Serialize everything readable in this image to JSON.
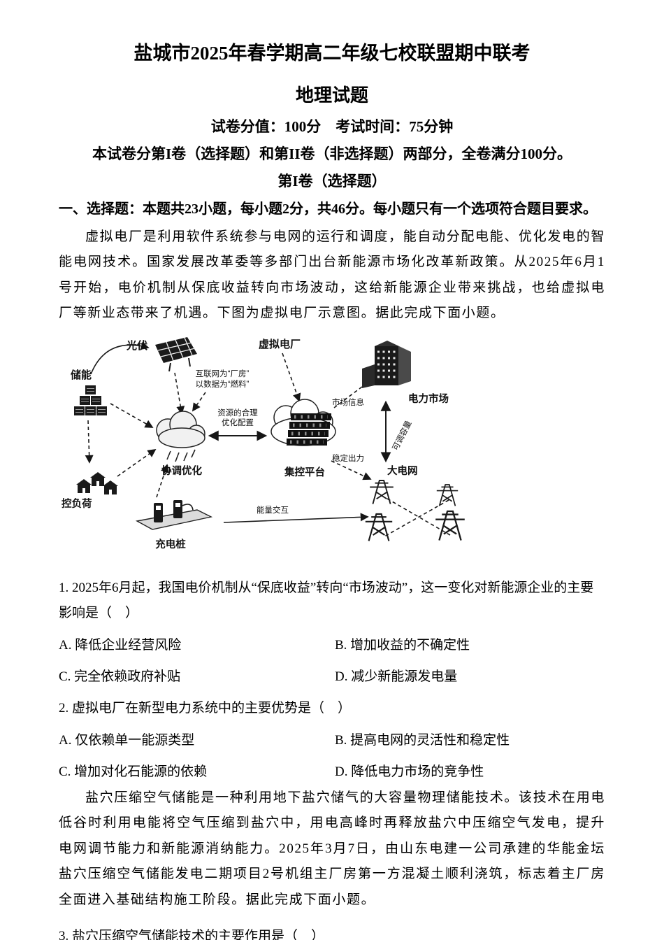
{
  "header": {
    "title": "盐城市2025年春学期高二年级七校联盟期中联考",
    "subject": "地理试题",
    "meta": "试卷分值：100分　考试时间：75分钟",
    "structure_note": "本试卷分第I卷（选择题）和第II卷（非选择题）两部分，全卷满分100分。",
    "section_title": "第I卷（选择题）",
    "instruction": "一、选择题：本题共23小题，每小题2分，共46分。每小题只有一个选项符合题目要求。"
  },
  "passages": {
    "virtual_power_plant": "虚拟电厂是利用软件系统参与电网的运行和调度，能自动分配电能、优化发电的智能电网技术。国家发展改革委等多部门出台新能源市场化改革新政策。从2025年6月1号开始，电价机制从保底收益转向市场波动，这给新能源企业带来挑战，也给虚拟电厂等新业态带来了机遇。下图为虚拟电厂示意图。据此完成下面小题。",
    "salt_cavern": "盐穴压缩空气储能是一种利用地下盐穴储气的大容量物理储能技术。该技术在用电低谷时利用电能将空气压缩到盐穴中，用电高峰时再释放盐穴中压缩空气发电，提升电网调节能力和新能源消纳能力。2025年3月7日，由山东电建一公司承建的华能金坛盐穴压缩空气储能发电二期项目2号机组主厂房第一方混凝土顺利浇筑，标志着主厂房全面进入基础结构施工阶段。据此完成下面小题。"
  },
  "diagram": {
    "labels": {
      "pv": "光伏",
      "storage": "储能",
      "virtual_plant": "虚拟电厂",
      "power_market": "电力市场",
      "internet_line1": "互联网为“厂房”",
      "internet_line2": "以数据为“燃料”",
      "market_info": "市场信息",
      "resource_line1": "资源的合理",
      "resource_line2": "优化配置",
      "adjustable_capacity": "可调容量",
      "coordinated_optimization": "协调优化",
      "control_platform": "集控平台",
      "stable_output": "稳定出力",
      "main_grid": "大电网",
      "load_control": "控负荷",
      "charging_pile": "充电桩",
      "energy_exchange": "能量交互"
    }
  },
  "questions": [
    {
      "stem": "1. 2025年6月起，我国电价机制从“保底收益”转向“市场波动”，这一变化对新能源企业的主要影响是（　）",
      "options": [
        "A. 降低企业经营风险",
        "B. 增加收益的不确定性",
        "C. 完全依赖政府补贴",
        "D. 减少新能源发电量"
      ]
    },
    {
      "stem": "2. 虚拟电厂在新型电力系统中的主要优势是（　）",
      "options": [
        "A. 仅依赖单一能源类型",
        "B. 提高电网的灵活性和稳定性",
        "C. 增加对化石能源的依赖",
        "D. 降低电力市场的竞争性"
      ]
    },
    {
      "stem": "3. 盐穴压缩空气储能技术的主要作用是（　）",
      "options": []
    }
  ]
}
